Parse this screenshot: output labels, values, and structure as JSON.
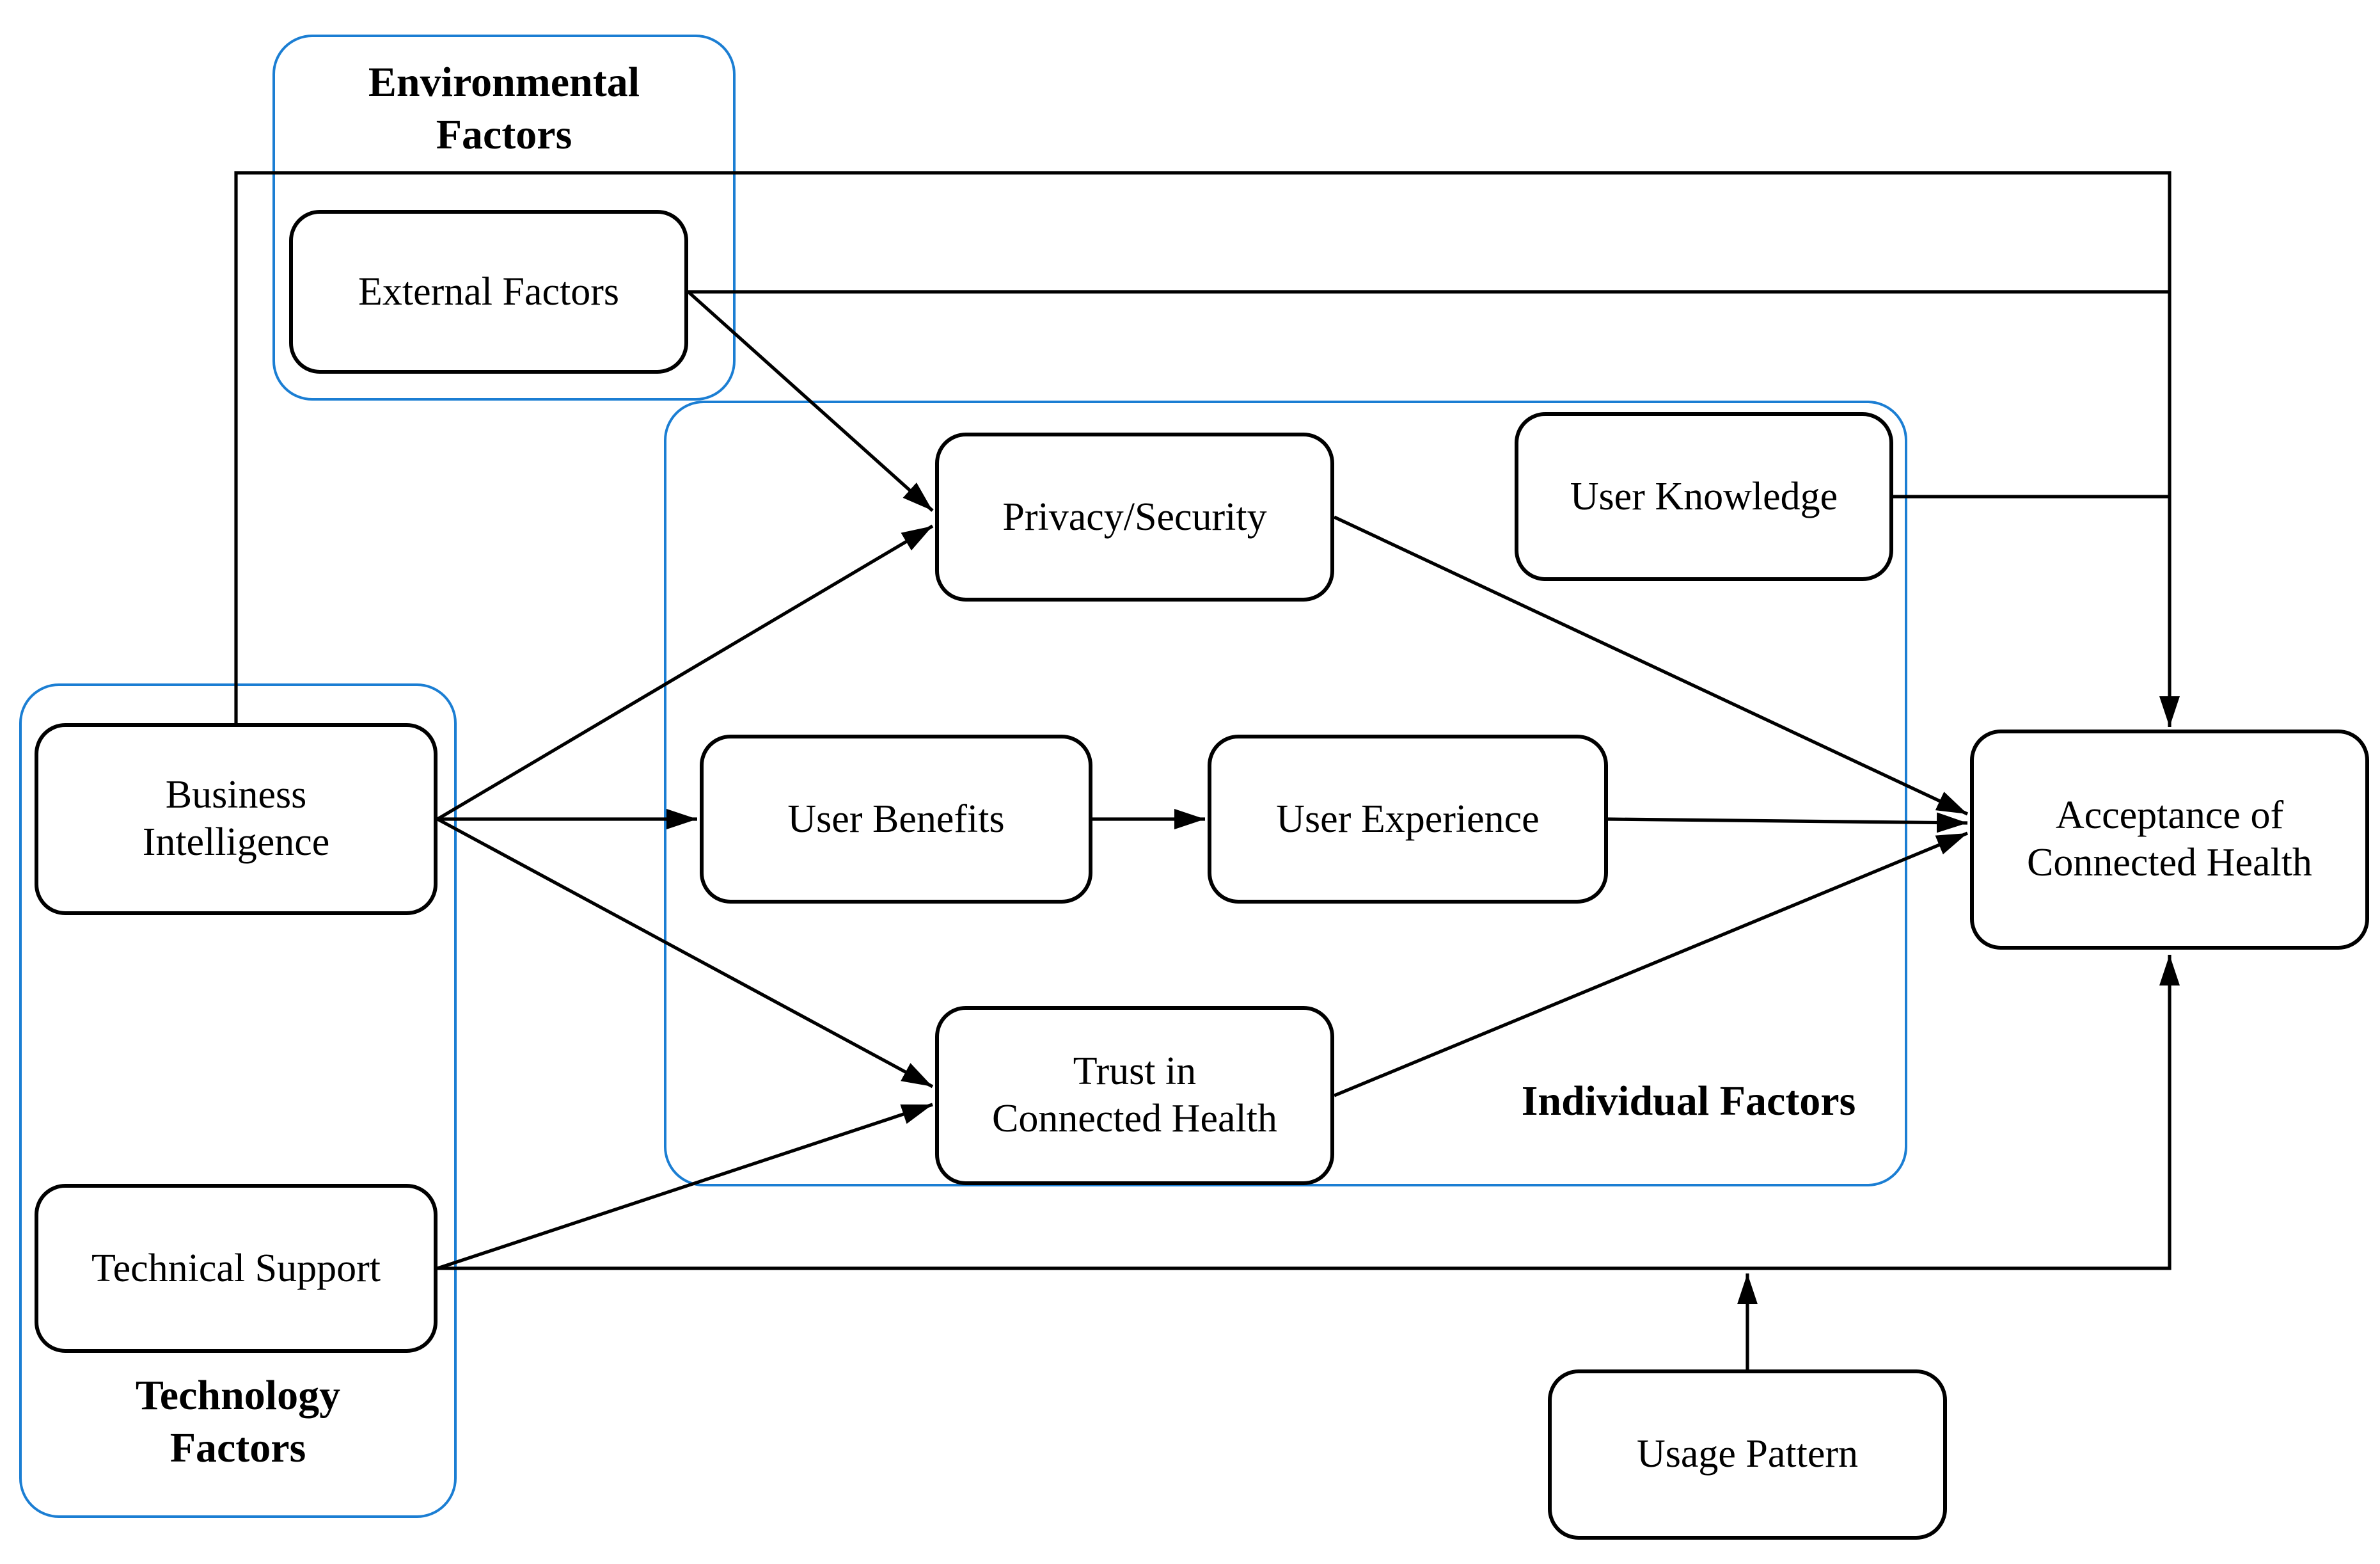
{
  "diagram": {
    "colors": {
      "line": "#000000",
      "node_border": "#000000",
      "container_border": "#1b7ed3",
      "background": "#ffffff",
      "text": "#000000"
    },
    "containers": {
      "environmental": {
        "label": "Environmental\nFactors"
      },
      "technology": {
        "label": "Technology\nFactors"
      },
      "individual": {
        "label": "Individual Factors"
      }
    },
    "nodes": {
      "external_factors": {
        "label": "External Factors"
      },
      "business_intelligence": {
        "label": "Business\nIntelligence"
      },
      "technical_support": {
        "label": "Technical Support"
      },
      "privacy_security": {
        "label": "Privacy/Security"
      },
      "user_knowledge": {
        "label": "User Knowledge"
      },
      "user_benefits": {
        "label": "User Benefits"
      },
      "user_experience": {
        "label": "User Experience"
      },
      "trust_in_connected_health": {
        "label": "Trust in\nConnected Health"
      },
      "acceptance_of_connected_health": {
        "label": "Acceptance of\nConnected Health"
      },
      "usage_pattern": {
        "label": "Usage Pattern"
      }
    },
    "edges": [
      {
        "from": "external_factors",
        "to": "privacy_security",
        "style": "straight-arrow"
      },
      {
        "from": "external_factors",
        "to": "acceptance_of_connected_health",
        "style": "orthogonal-top-route"
      },
      {
        "from": "business_intelligence",
        "to": "acceptance_of_connected_health",
        "style": "orthogonal-top-route"
      },
      {
        "from": "user_knowledge",
        "to": "acceptance_of_connected_health",
        "style": "orthogonal-top-route"
      },
      {
        "from": "business_intelligence",
        "to": "privacy_security",
        "style": "straight-arrow"
      },
      {
        "from": "business_intelligence",
        "to": "user_benefits",
        "style": "straight-arrow"
      },
      {
        "from": "business_intelligence",
        "to": "trust_in_connected_health",
        "style": "straight-arrow"
      },
      {
        "from": "user_benefits",
        "to": "user_experience",
        "style": "straight-arrow"
      },
      {
        "from": "user_experience",
        "to": "acceptance_of_connected_health",
        "style": "straight-arrow"
      },
      {
        "from": "privacy_security",
        "to": "acceptance_of_connected_health",
        "style": "straight-arrow"
      },
      {
        "from": "trust_in_connected_health",
        "to": "acceptance_of_connected_health",
        "style": "straight-arrow"
      },
      {
        "from": "technical_support",
        "to": "trust_in_connected_health",
        "style": "straight-arrow"
      },
      {
        "from": "technical_support",
        "to": "acceptance_of_connected_health",
        "style": "orthogonal-bottom-route"
      },
      {
        "from": "usage_pattern",
        "to": "acceptance_of_connected_health",
        "style": "joins-bottom-route"
      }
    ]
  }
}
